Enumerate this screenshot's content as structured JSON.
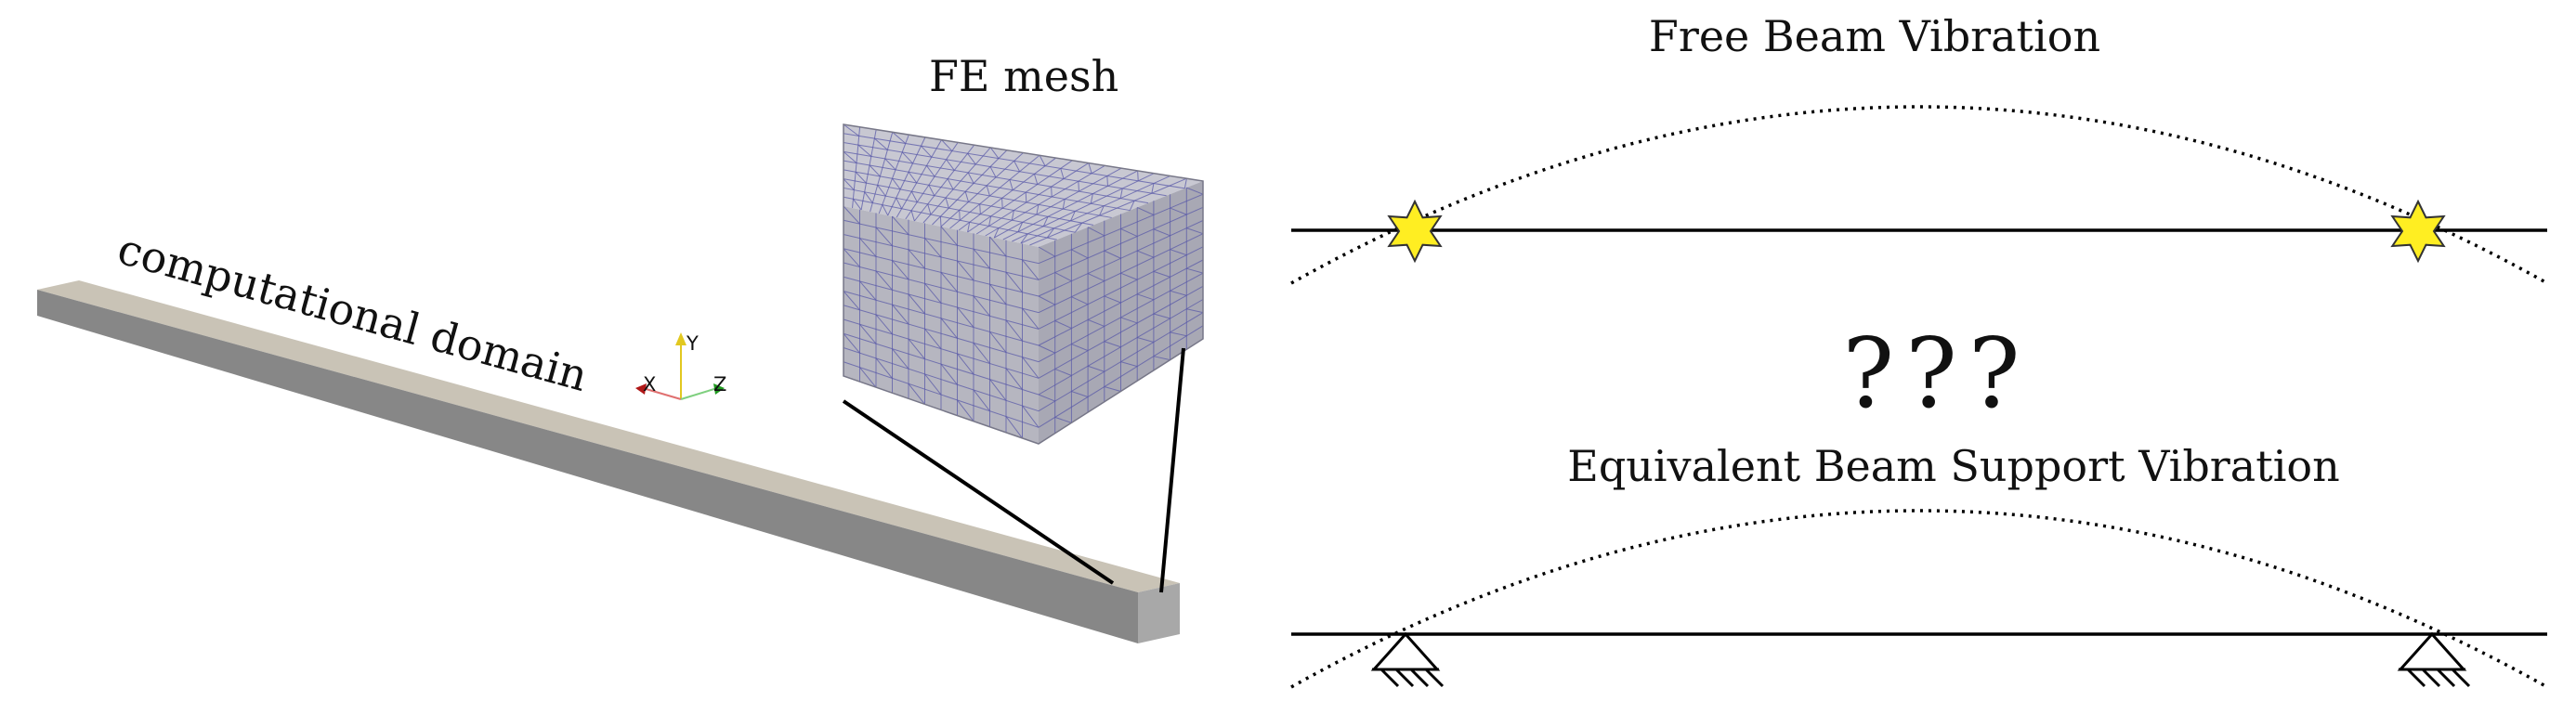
{
  "left_panel": {
    "domain_label": "computational domain",
    "mesh_label": "FE mesh",
    "axis_triad": {
      "x": "X",
      "y": "Y",
      "z": "Z"
    },
    "colors": {
      "beam_top": "#c9c3b6",
      "beam_side": "#878787",
      "mesh_face": "#b8b8c2",
      "mesh_line": "#5858a8"
    }
  },
  "right_panel": {
    "top_title": "Free Beam Vibration",
    "question": "???",
    "bottom_title": "Equivalent Beam Support Vibration",
    "colors": {
      "star_fill": "#ffee22",
      "star_stroke": "#333333"
    }
  }
}
